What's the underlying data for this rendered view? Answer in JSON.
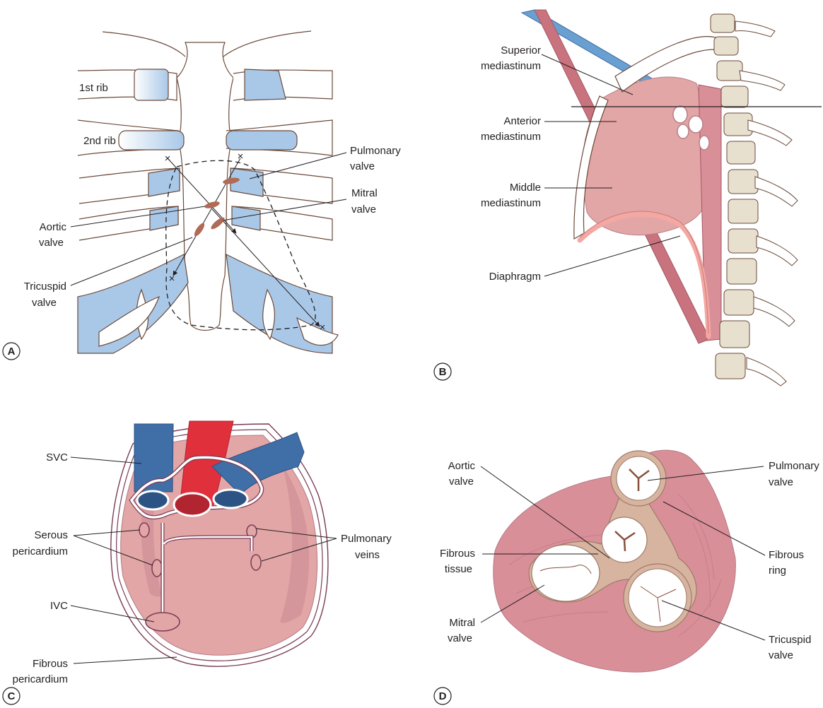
{
  "panels": {
    "A": {
      "badge": "A",
      "labels": {
        "rib1": "1st rib",
        "rib2": "2nd rib",
        "pulmonary_1": "Pulmonary",
        "pulmonary_2": "valve",
        "mitral_1": "Mitral",
        "mitral_2": "valve",
        "aortic_1": "Aortic",
        "aortic_2": "valve",
        "tricuspid_1": "Tricuspid",
        "tricuspid_2": "valve"
      }
    },
    "B": {
      "badge": "B",
      "labels": {
        "superior_1": "Superior",
        "superior_2": "mediastinum",
        "anterior_1": "Anterior",
        "anterior_2": "mediastinum",
        "middle_1": "Middle",
        "middle_2": "mediastinum",
        "diaphragm": "Diaphragm"
      }
    },
    "C": {
      "badge": "C",
      "labels": {
        "svc": "SVC",
        "serous_1": "Serous",
        "serous_2": "pericardium",
        "ivc": "IVC",
        "fibrous_1": "Fibrous",
        "fibrous_2": "pericardium",
        "pulmveins_1": "Pulmonary",
        "pulmveins_2": "veins"
      }
    },
    "D": {
      "badge": "D",
      "labels": {
        "aortic_1": "Aortic",
        "aortic_2": "valve",
        "fibroustissue_1": "Fibrous",
        "fibroustissue_2": "tissue",
        "mitral_1": "Mitral",
        "mitral_2": "valve",
        "pulmonary_1": "Pulmonary",
        "pulmonary_2": "valve",
        "fibrousring_1": "Fibrous",
        "fibrousring_2": "ring",
        "tricuspid_1": "Tricuspid",
        "tricuspid_2": "valve"
      }
    }
  },
  "colors": {
    "rib_outline": "#6b4a3a",
    "cartilage_blue": "#a9c8e8",
    "heart_pink": "#e3a6a6",
    "heart_dark": "#c98b95",
    "aorta_red": "#e0303c",
    "vein_blue": "#3f6fa6",
    "valve_brown": "#b06a55",
    "ring_tan": "#d6b4a0",
    "vertebra": "#e8e0cf"
  }
}
